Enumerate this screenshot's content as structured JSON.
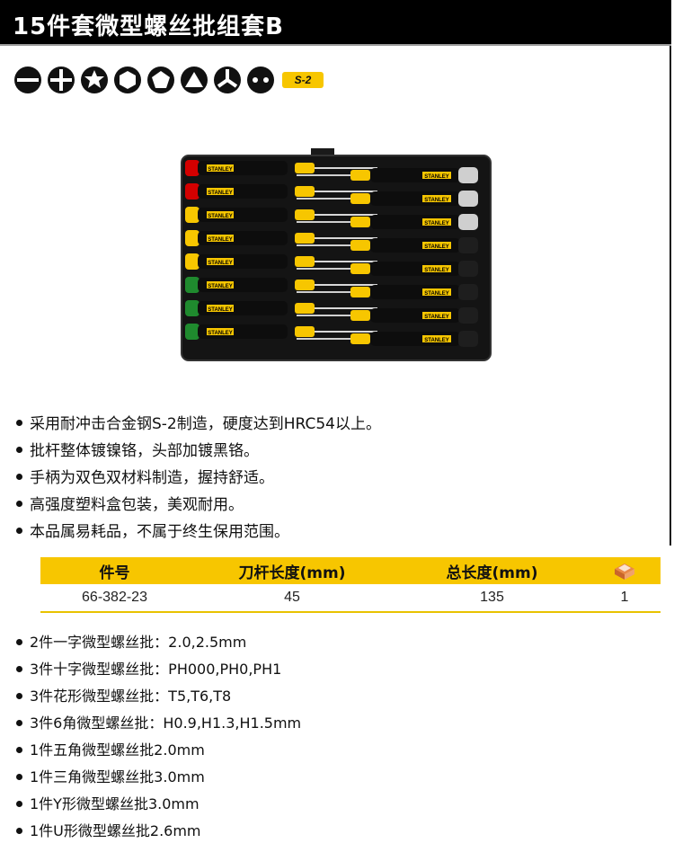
{
  "title": "15件套微型螺丝批组套B",
  "tip_icons": [
    "slotted-icon",
    "phillips-icon",
    "torx-icon",
    "hex-icon",
    "pentalobe-icon",
    "triangle-icon",
    "tri-wing-icon",
    "u-shape-icon"
  ],
  "badge": "S-2",
  "brand_label": "STANLEY",
  "features": [
    "采用耐冲击合金钢S-2制造，硬度达到HRC54以上。",
    "批杆整体镀镍铬，头部加镀黑铬。",
    "手柄为双色双材料制造，握持舒适。",
    "高强度塑料盒包装，美观耐用。",
    "本品属易耗品，不属于终生保用范围。"
  ],
  "table": {
    "headers": [
      "件号",
      "刀杆长度(mm)",
      "总长度(mm)"
    ],
    "box_icon": "box-icon",
    "row": [
      "66-382-23",
      "45",
      "135",
      "1"
    ]
  },
  "contents": [
    "2件一字微型螺丝批：2.0,2.5mm",
    "3件十字微型螺丝批：PH000,PH0,PH1",
    "3件花形微型螺丝批：T5,T6,T8",
    "3件6角微型螺丝批：H0.9,H1.3,H1.5mm",
    "1件五角微型螺丝批2.0mm",
    "1件三角微型螺丝批3.0mm",
    "1件Y形微型螺丝批3.0mm",
    "1件U形微型螺丝批2.6mm"
  ],
  "colors": {
    "accent": "#f7c600",
    "dark": "#000000",
    "red": "#d40000",
    "green": "#1f8a2e"
  }
}
